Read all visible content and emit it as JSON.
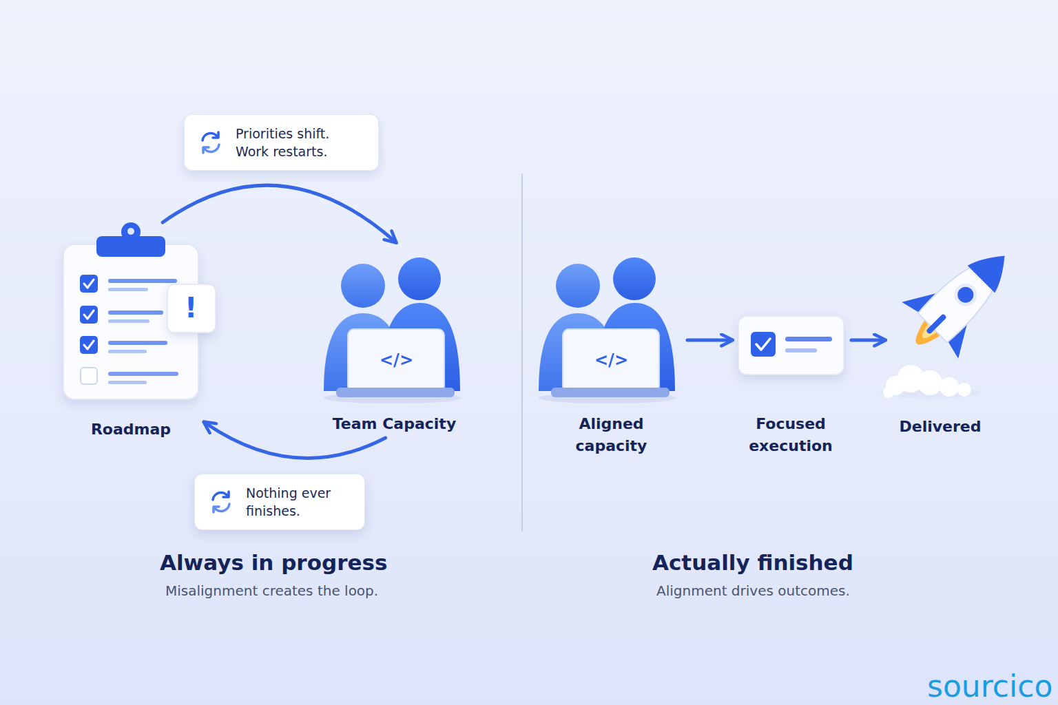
{
  "diagram": {
    "nodes": [
      {
        "text": [
          "Priorities shift. Work restarts."
        ]
      },
      {
        "text": [
          "Roadmap"
        ]
      },
      {
        "text": [
          "Team Capacity"
        ]
      },
      {
        "text": [
          "Nothing ever finishes."
        ]
      },
      {
        "text": [
          "Aligned capacity"
        ]
      },
      {
        "text": [
          "Focused execution"
        ]
      },
      {
        "text": [
          "Delivered"
        ]
      }
    ],
    "edges": [
      {
        "from": 1,
        "to": 2,
        "arrow": "to"
      },
      {
        "from": 2,
        "to": 1,
        "arrow": "to"
      },
      {
        "from": 4,
        "to": 5,
        "arrow": "to"
      },
      {
        "from": 5,
        "to": 6,
        "arrow": "to"
      }
    ],
    "labels": [
      "!",
      "</>",
      "</>",
      "Always in progress",
      "Misalignment creates the loop.",
      "Actually finished",
      "Alignment drives outcomes.",
      "sourcico"
    ]
  }
}
